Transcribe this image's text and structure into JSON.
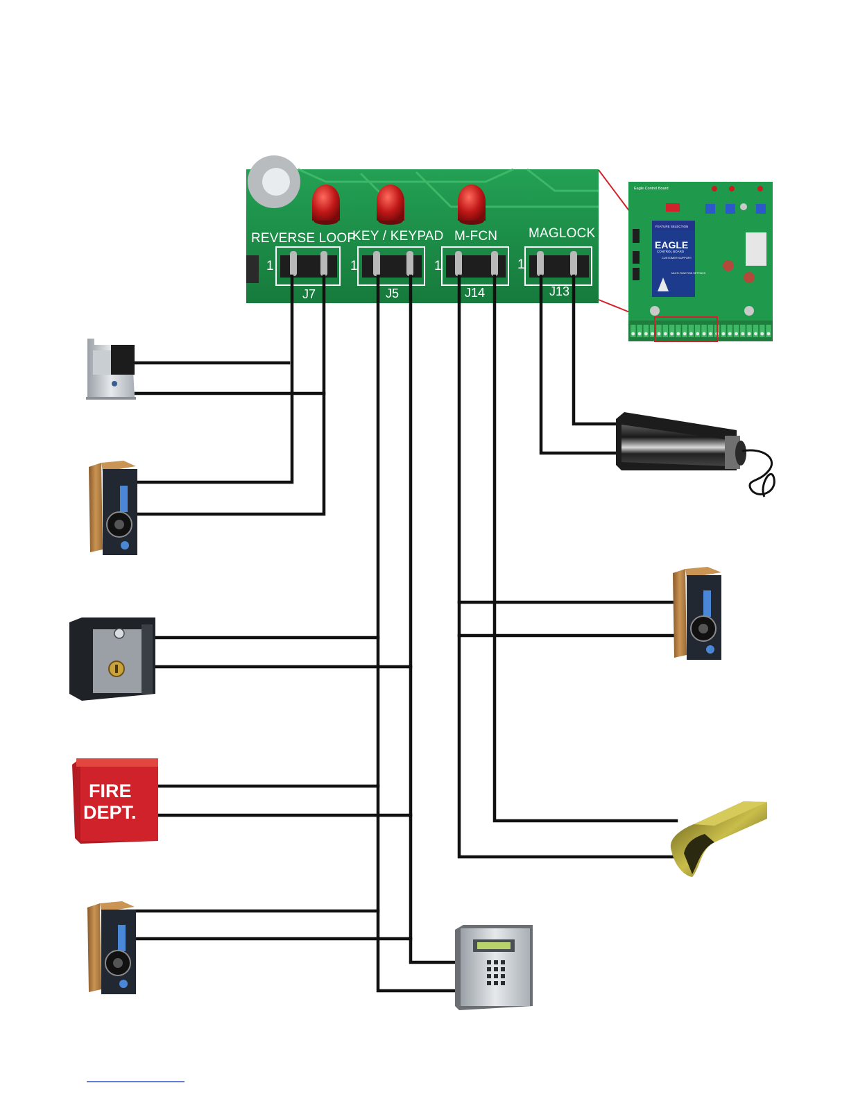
{
  "colors": {
    "board_green": "#1f8f4a",
    "board_trace": "#35a85e",
    "wire": "#111111",
    "fire_red": "#d0222a",
    "highlight_red": "#d0222a",
    "wood": "#b07a3e",
    "module_blue": "#1f3f8f"
  },
  "board_closeup": {
    "headers": [
      {
        "label": "REVERSE LOOP",
        "connector": "J7",
        "pin_mark": "1"
      },
      {
        "label": "KEY / KEYPAD",
        "connector": "J5",
        "pin_mark": "1"
      },
      {
        "label": "M-FCN",
        "connector": "J14",
        "pin_mark": "1"
      },
      {
        "label": "MAGLOCK",
        "connector": "J13",
        "pin_mark": "1"
      }
    ]
  },
  "control_board": {
    "title": "Eagle Control Board",
    "panel_heading": "FEATURE SELECTION",
    "brand": "EAGLE",
    "subtitle": "CONTROL BOARD",
    "support": "CUSTOMER SUPPORT",
    "settings": "MULTI-FUNCTION SETTINGS"
  },
  "devices": [
    {
      "name": "photo eye",
      "icon": "photo-eye-icon"
    },
    {
      "name": "loop detector",
      "icon": "loop-detector-icon"
    },
    {
      "name": "key switch",
      "icon": "key-switch-icon"
    },
    {
      "name": "fire box",
      "icon": "fire-box-icon",
      "text_line1": "FIRE",
      "text_line2": "DEPT."
    },
    {
      "name": "loop detector",
      "icon": "loop-detector-icon"
    },
    {
      "name": "keypad",
      "icon": "keypad-icon"
    },
    {
      "name": "maglock",
      "icon": "maglock-icon"
    },
    {
      "name": "loop detector",
      "icon": "loop-detector-icon"
    },
    {
      "name": "safety edge",
      "icon": "safety-edge-icon"
    }
  ]
}
